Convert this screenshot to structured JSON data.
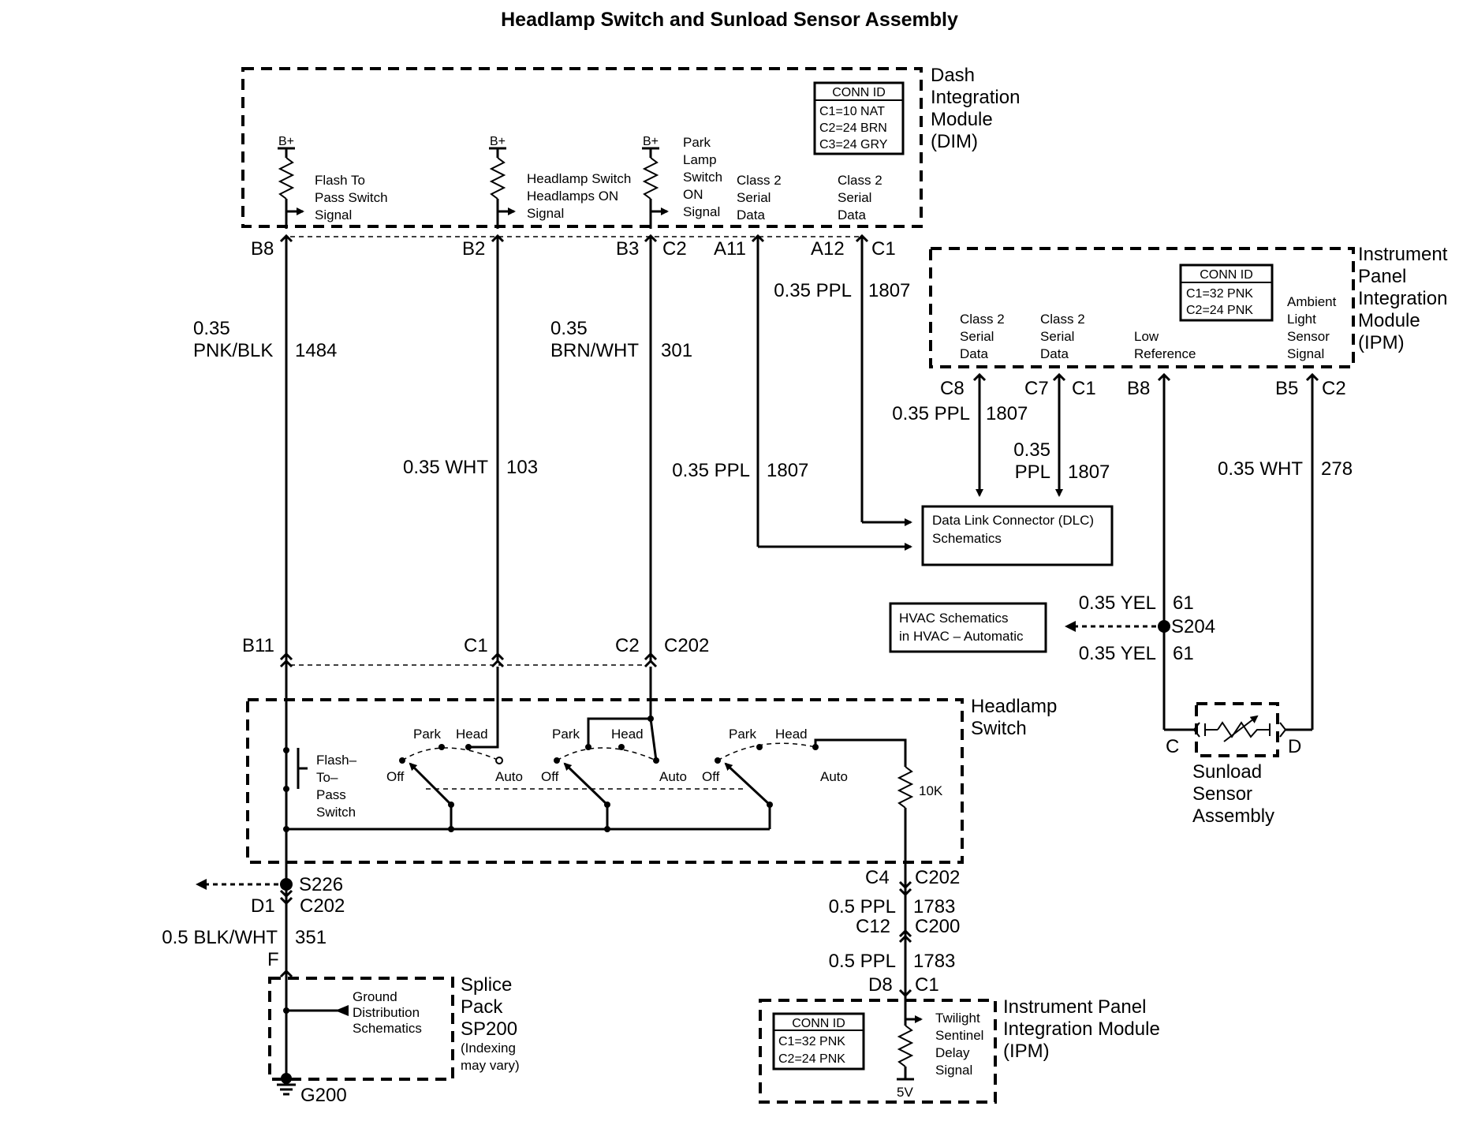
{
  "title": "Headlamp  Switch  and Sunload  Sensor Assembly",
  "dim": {
    "name_lines": [
      "Dash",
      "Integration",
      "Module",
      "(DIM)"
    ],
    "conn_header": "CONN ID",
    "conn_rows": [
      "C1=10 NAT",
      "C2=24 BRN",
      "C3=24 GRY"
    ],
    "bplus": "B+",
    "sig_flash": [
      "Flash To",
      "Pass Switch",
      "Signal"
    ],
    "sig_headlamp": [
      "Headlamp Switch",
      "Headlamps ON",
      "Signal"
    ],
    "sig_park": [
      "Park",
      "Lamp",
      "Switch",
      "ON",
      "Signal"
    ],
    "sig_class2a": [
      "Class 2",
      "Serial",
      "Data"
    ],
    "sig_class2b": [
      "Class 2",
      "Serial",
      "Data"
    ],
    "pins": {
      "b8": "B8",
      "b2": "B2",
      "b3": "B3",
      "c2": "C2",
      "a11": "A11",
      "a12": "A12",
      "c1": "C1"
    }
  },
  "ipm_top": {
    "name_lines": [
      "Instrument",
      "Panel",
      "Integration",
      "Module",
      "(IPM)"
    ],
    "conn_header": "CONN ID",
    "conn_rows": [
      "C1=32 PNK",
      "C2=24 PNK"
    ],
    "sig_class2a": [
      "Class 2",
      "Serial",
      "Data"
    ],
    "sig_class2b": [
      "Class 2",
      "Serial",
      "Data"
    ],
    "sig_lowref": [
      "Low",
      "Reference"
    ],
    "sig_ambient": [
      "Ambient",
      "Light",
      "Sensor",
      "Signal"
    ],
    "pins": {
      "c8": "C8",
      "c7": "C7",
      "c1": "C1",
      "b8": "B8",
      "b5": "B5",
      "c2": "C2"
    }
  },
  "wires": {
    "w1484_gauge": [
      "0.35",
      "PNK/BLK"
    ],
    "w1484_num": "1484",
    "w103_gauge": "0.35 WHT",
    "w103_num": "103",
    "w301_gauge": [
      "0.35",
      "BRN/WHT"
    ],
    "w301_num": "301",
    "w1807a_gauge": "0.35 PPL",
    "w1807a_num": "1807",
    "w1807b_gauge": "0.35 PPL",
    "w1807b_num": "1807",
    "w1807c_gauge": "0.35 PPL",
    "w1807c_num": "1807",
    "w1807d_gauge": [
      "0.35",
      "PPL"
    ],
    "w1807d_num": "1807",
    "w278_gauge": "0.35 WHT",
    "w278_num": "278",
    "w61a_gauge": "0.35 YEL",
    "w61a_num": "61",
    "w61b_gauge": "0.35 YEL",
    "w61b_num": "61",
    "w351_gauge": "0.5 BLK/WHT",
    "w351_num": "351",
    "w1783a_gauge": "0.5 PPL",
    "w1783a_num": "1783",
    "w1783b_gauge": "0.5 PPL",
    "w1783b_num": "1783"
  },
  "dlc_box": [
    "Data Link Connector (DLC)",
    "Schematics"
  ],
  "hvac_box": [
    "HVAC Schematics",
    "in HVAC – Automatic"
  ],
  "splice_s204": "S204",
  "c202_top": {
    "b11": "B11",
    "c1": "C1",
    "c2": "C2",
    "conn": "C202"
  },
  "headlamp_switch": {
    "name_lines": [
      "Headlamp",
      "Switch"
    ],
    "park": "Park",
    "head": "Head",
    "off": "Off",
    "auto": "Auto",
    "flash_label": [
      "Flash–",
      "To–",
      "Pass",
      "Switch"
    ],
    "resistor": "10K"
  },
  "s226": "S226",
  "c202_bottom": {
    "d1": "D1",
    "conn": "C202",
    "c4": "C4",
    "conn2": "C202"
  },
  "c200": {
    "c12": "C12",
    "conn": "C200"
  },
  "pin_f": "F",
  "splice_pack": {
    "name_lines": [
      "Splice",
      "Pack",
      "SP200"
    ],
    "note_lines": [
      "(Indexing",
      "may vary)"
    ],
    "ground_dist": [
      "Ground",
      "Distribution",
      "Schematics"
    ]
  },
  "g200": "G200",
  "ipm_bottom": {
    "pins": {
      "d8": "D8",
      "c1": "C1"
    },
    "name_lines": [
      "Instrument Panel",
      "Integration Module",
      "(IPM)"
    ],
    "conn_header": "CONN ID",
    "conn_rows": [
      "C1=32 PNK",
      "C2=24 PNK"
    ],
    "sig_twilight": [
      "Twilight",
      "Sentinel",
      "Delay",
      "Signal"
    ],
    "volt": "5V"
  },
  "sunload": {
    "name_lines": [
      "Sunload",
      "Sensor",
      "Assembly"
    ],
    "pin_c": "C",
    "pin_d": "D"
  }
}
